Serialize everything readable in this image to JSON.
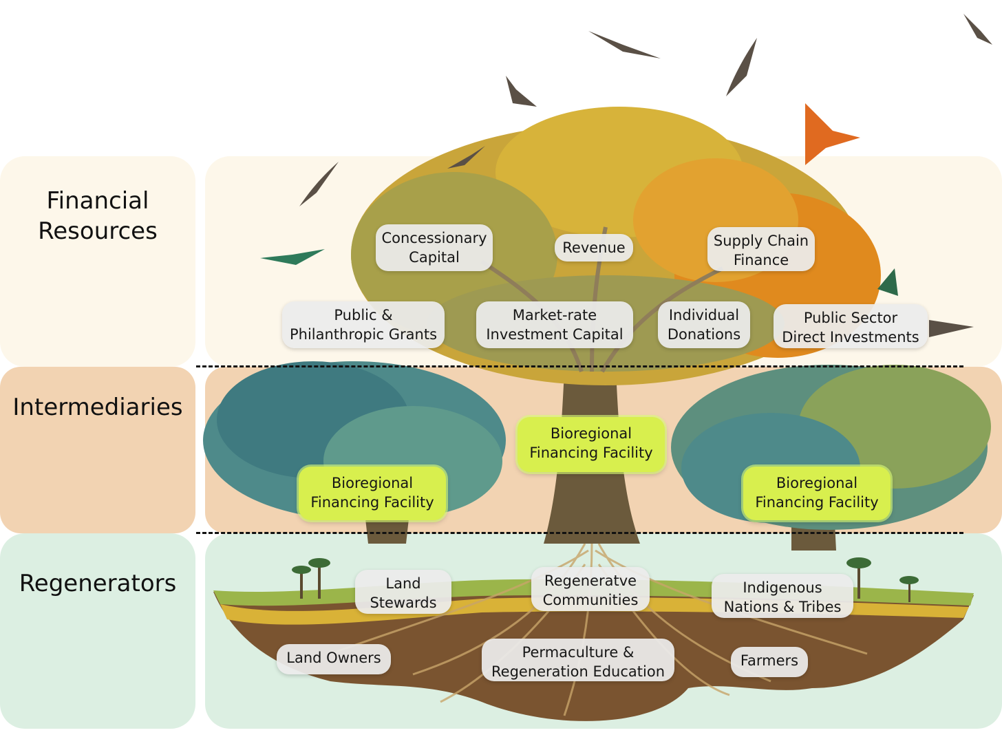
{
  "layers": [
    {
      "id": "financial",
      "label": "Financial\nResources",
      "color": "#fdf7ea"
    },
    {
      "id": "intermediaries",
      "label": "Intermediaries",
      "color": "#f2d3b2"
    },
    {
      "id": "regenerators",
      "label": "Regenerators",
      "color": "#dcefe2"
    }
  ],
  "financial_labels": {
    "concessionary": "Concessionary\nCapital",
    "revenue": "Revenue",
    "supply_chain": "Supply Chain\nFinance",
    "public_philanthropic": "Public &\nPhilanthropic Grants",
    "market_rate": "Market-rate\nInvestment Capital",
    "individual": "Individual\nDonations",
    "public_sector": "Public Sector\nDirect Investments"
  },
  "intermediary_labels": {
    "center": "Bioregional\nFinancing Facility",
    "left": "Bioregional\nFinancing Facility",
    "right": "Bioregional\nFinancing Facility"
  },
  "regenerator_labels": {
    "land_stewards": "Land\nStewards",
    "regenerative_communities": "Regeneratve\nCommunities",
    "indigenous": "Indigenous\nNations & Tribes",
    "land_owners": "Land Owners",
    "permaculture": "Permaculture &\nRegeneration Education",
    "farmers": "Farmers"
  },
  "colors": {
    "canopy_gold": "#c9a53a",
    "canopy_orange": "#e08a1e",
    "canopy_teal": "#4e8a8a",
    "trunk": "#6b5a3c",
    "soil": "#7a5430",
    "grass": "#9bb54a",
    "highlight": "#d8ef4e"
  }
}
